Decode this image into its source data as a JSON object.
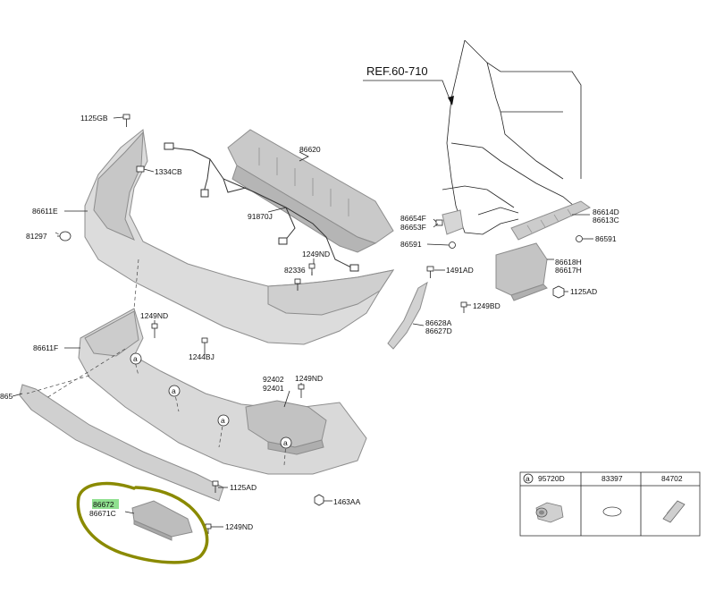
{
  "ref_label": "REF.60-710",
  "labels": {
    "l1125GB": "1125GB",
    "l1334CB": "1334CB",
    "l86620": "86620",
    "l86611E": "86611E",
    "l91870J": "91870J",
    "l81297": "81297",
    "l1249ND_top": "1249ND",
    "l82336": "82336",
    "l86654F": "86654F",
    "l86653F": "86653F",
    "l86591_left": "86591",
    "l86614D": "86614D",
    "l86613C": "86613C",
    "l86591_right": "86591",
    "l1491AD": "1491AD",
    "l86618H": "86618H",
    "l86617H": "86617H",
    "l1125AD_right": "1125AD",
    "l1249BD": "1249BD",
    "l86628A": "86628A",
    "l86627D": "86627D",
    "l1249ND_mid": "1249ND",
    "l86611F": "86611F",
    "l1244BJ": "1244BJ",
    "l92402": "92402",
    "l92401": "92401",
    "l1249ND_right": "1249ND",
    "l865": "865",
    "l1125AD_bottom": "1125AD",
    "l1463AA": "1463AA",
    "l86672": "86672",
    "l86671C": "86671C",
    "l1249ND_bottom": "1249ND"
  },
  "callout": "a",
  "legend": {
    "col1_mark": "a",
    "col1_part": "95720D",
    "col2_part": "83397",
    "col3_part": "84702"
  },
  "colors": {
    "highlight_circle": "#8a8a00",
    "part_highlight": "#8fe08f"
  }
}
